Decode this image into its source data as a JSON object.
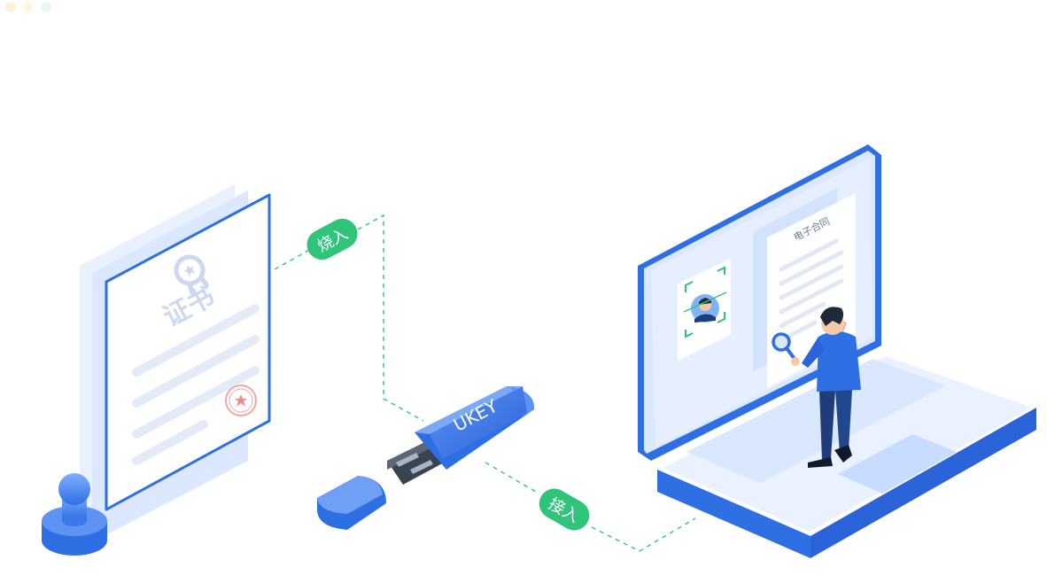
{
  "window_dots": [
    "#ffe9c8",
    "#fff2cf",
    "#d7f3e8"
  ],
  "certificate": {
    "title": "证书"
  },
  "flow": {
    "burn_label": "烧入",
    "connect_label": "接入"
  },
  "ukey": {
    "label": "UKEY"
  },
  "laptop": {
    "document_title": "电子合同"
  },
  "colors": {
    "primary_blue": "#2f6fe4",
    "light_blue": "#dbe8ff",
    "green_badge": "#2fc47a",
    "dashed_line": "#43c38a",
    "seal_red": "#f08a8a"
  }
}
